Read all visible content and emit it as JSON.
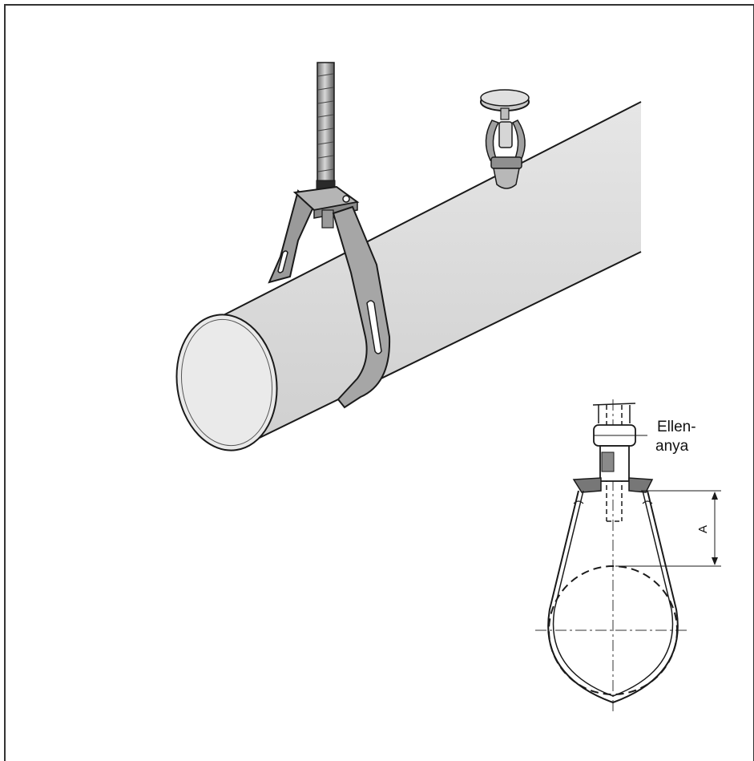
{
  "labels": {
    "locknut_line1": "Ellen-",
    "locknut_line2": "anya",
    "dimension": "A"
  },
  "icons": {
    "main": "pipe-hanger-illustration",
    "detail": "hanger-section-drawing"
  },
  "colors": {
    "pipe_fill": "#dcdcdc",
    "pipe_end": "#ebebeb",
    "hanger_fill": "#a6a6a6",
    "outline": "#1a1a1a",
    "frame": "#333333"
  }
}
